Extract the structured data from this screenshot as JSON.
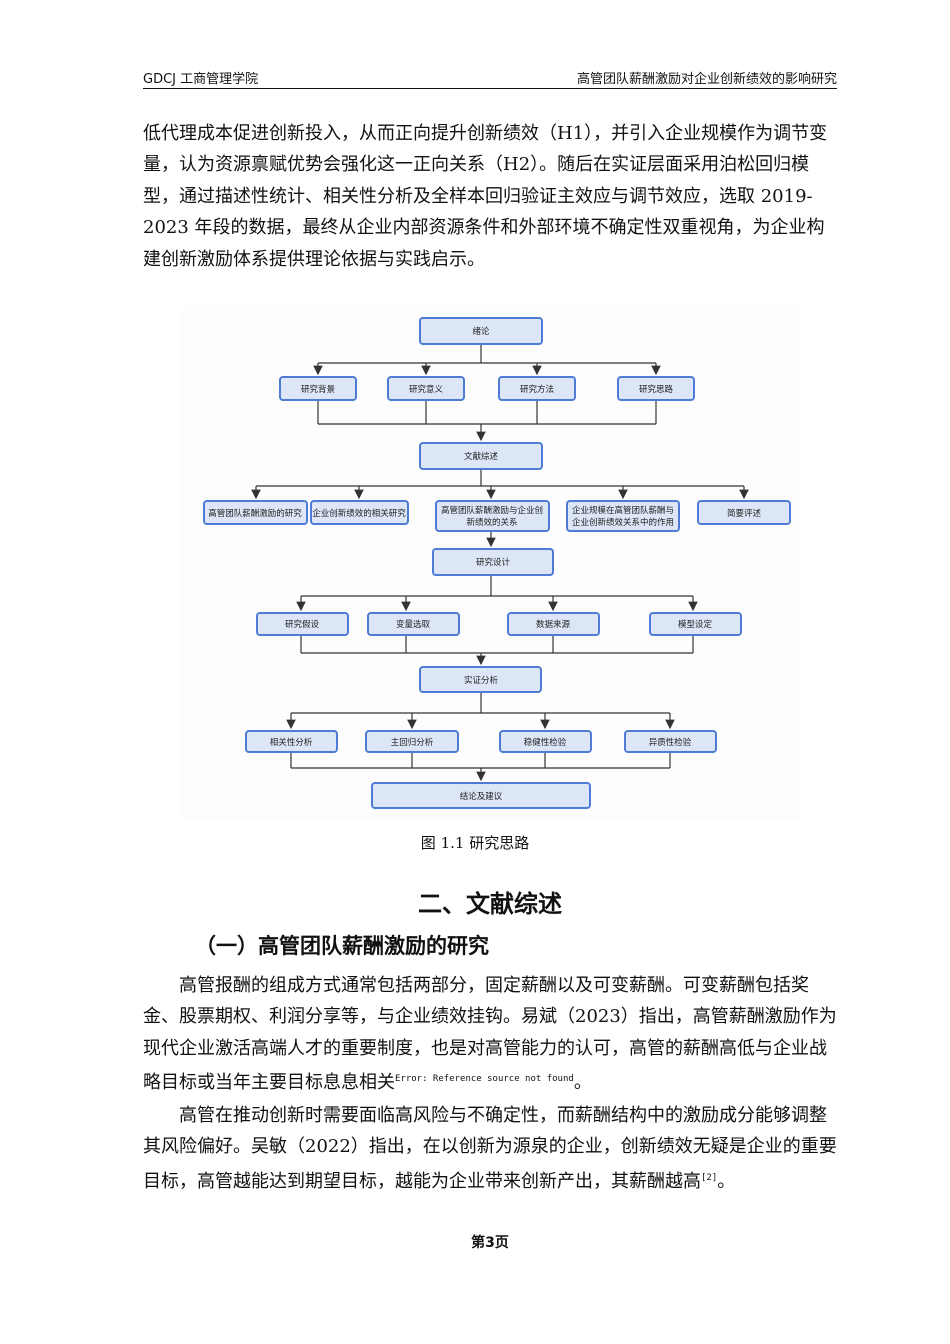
{
  "header": {
    "left": "GDCJ 工商管理学院",
    "right": "高管团队薪酬激励对企业创新绩效的影响研究"
  },
  "intro_paragraph": "低代理成本促进创新投入，从而正向提升创新绩效（H1），并引入企业规模作为调节变量，认为资源禀赋优势会强化这一正向关系（H2）。随后在实证层面采用泊松回归模型，通过描述性统计、相关性分析及全样本回归验证主效应与调节效应，选取 2019-2023 年段的数据，最终从企业内部资源条件和外部环境不确定性双重视角，为企业构建创新激励体系提供理论依据与实践启示。",
  "flowchart": {
    "intro": "绪论",
    "intro_children": [
      "研究背景",
      "研究意义",
      "研究方法",
      "研究思路"
    ],
    "review": "文献综述",
    "review_children": [
      "高管团队薪酬激励的研究",
      "企业创新绩效的相关研究",
      "高管团队薪酬激励与企业创新绩效的关系",
      "企业规模在高管团队薪酬与企业创新绩效关系中的作用",
      "简要评述"
    ],
    "design": "研究设计",
    "design_children": [
      "研究假设",
      "变量选取",
      "数据来源",
      "模型设定"
    ],
    "empirical": "实证分析",
    "empirical_children": [
      "相关性分析",
      "主回归分析",
      "稳健性检验",
      "异质性检验"
    ],
    "conclusion": "结论及建议"
  },
  "figure_caption": "图 1.1 研究思路",
  "section_title": "二、文献综述",
  "subsection_title": "（一）高管团队薪酬激励的研究",
  "paragraph2": {
    "text": "高管报酬的组成方式通常包括两部分，固定薪酬以及可变薪酬。可变薪酬包括奖金、股票期权、利润分享等，与企业绩效挂钩。易斌（2023）指出，高管薪酬激励作为现代企业激活高端人才的重要制度，也是对高管能力的认可，高管的薪酬高低与企业战略目标或当年主要目标息息相关",
    "ref": "Error: Reference source not found",
    "end": "。"
  },
  "paragraph3": {
    "text": "高管在推动创新时需要面临高风险与不确定性，而薪酬结构中的激励成分能够调整其风险偏好。吴敏（2022）指出，在以创新为源泉的企业，创新绩效无疑是企业的重要目标，高管越能达到期望目标，越能为企业带来创新产出，其薪酬越高",
    "ref": "[2]",
    "end": "。"
  },
  "footer": "第3页"
}
